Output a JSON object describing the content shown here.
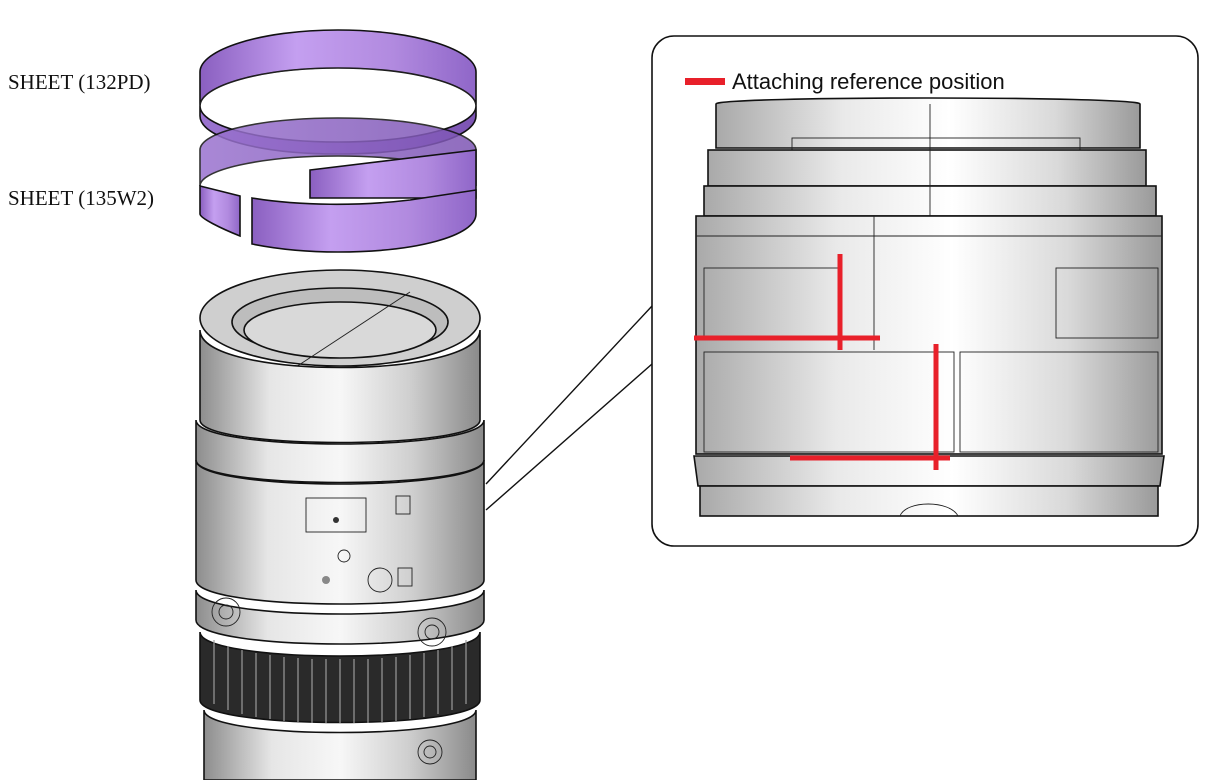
{
  "labels": {
    "sheet_upper": "SHEET (132PD)",
    "sheet_lower": "SHEET (135W2)"
  },
  "legend": {
    "text": "Attaching reference position"
  },
  "colors": {
    "sheet_purple": "#a97fd6",
    "sheet_purple_light": "#c8a4ee",
    "reference_red": "#e8202a",
    "lens_grey": "#d6d6d6",
    "lens_dark": "#1a1a1a"
  },
  "icons": [
    "reference-line-legend-icon"
  ]
}
